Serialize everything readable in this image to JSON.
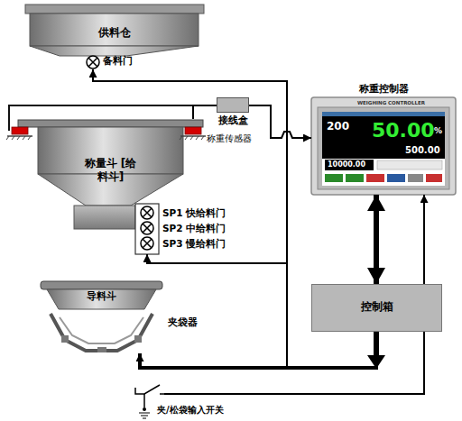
{
  "diagram": {
    "nodes": [
      {
        "text": [
          "供料仓"
        ]
      },
      {
        "text": [
          "备料门"
        ]
      },
      {
        "text": [
          "接线盒"
        ]
      },
      {
        "text": [
          "称量斗 [给料斗]"
        ]
      },
      {
        "text": [
          "SP1 快给料门",
          "SP2 中给料门",
          "SP3 慢给料门"
        ]
      },
      {
        "text": [
          "导料斗"
        ]
      },
      {
        "text": [
          "夹袋器"
        ]
      },
      {
        "text": [
          "称重控制器"
        ]
      },
      {
        "text": [
          "控制箱"
        ]
      },
      {
        "text": [
          "夹/松袋输入开关"
        ]
      }
    ],
    "edges": [
      {
        "from": 8,
        "to": 1,
        "arrow": "to"
      },
      {
        "from": 8,
        "to": 4,
        "arrow": "to"
      },
      {
        "from": 8,
        "to": 6,
        "arrow": "to"
      },
      {
        "from": 3,
        "to": 2,
        "arrow": "none"
      },
      {
        "from": 2,
        "to": 7,
        "arrow": "to"
      },
      {
        "from": 9,
        "to": 7,
        "arrow": "to"
      },
      {
        "from": 7,
        "to": 8,
        "arrow": "both"
      }
    ],
    "labels": [
      "称重传感器",
      "WEIGHING CONTROLLER",
      "200",
      "50.00",
      "%",
      "500.00",
      "10000.00"
    ]
  }
}
